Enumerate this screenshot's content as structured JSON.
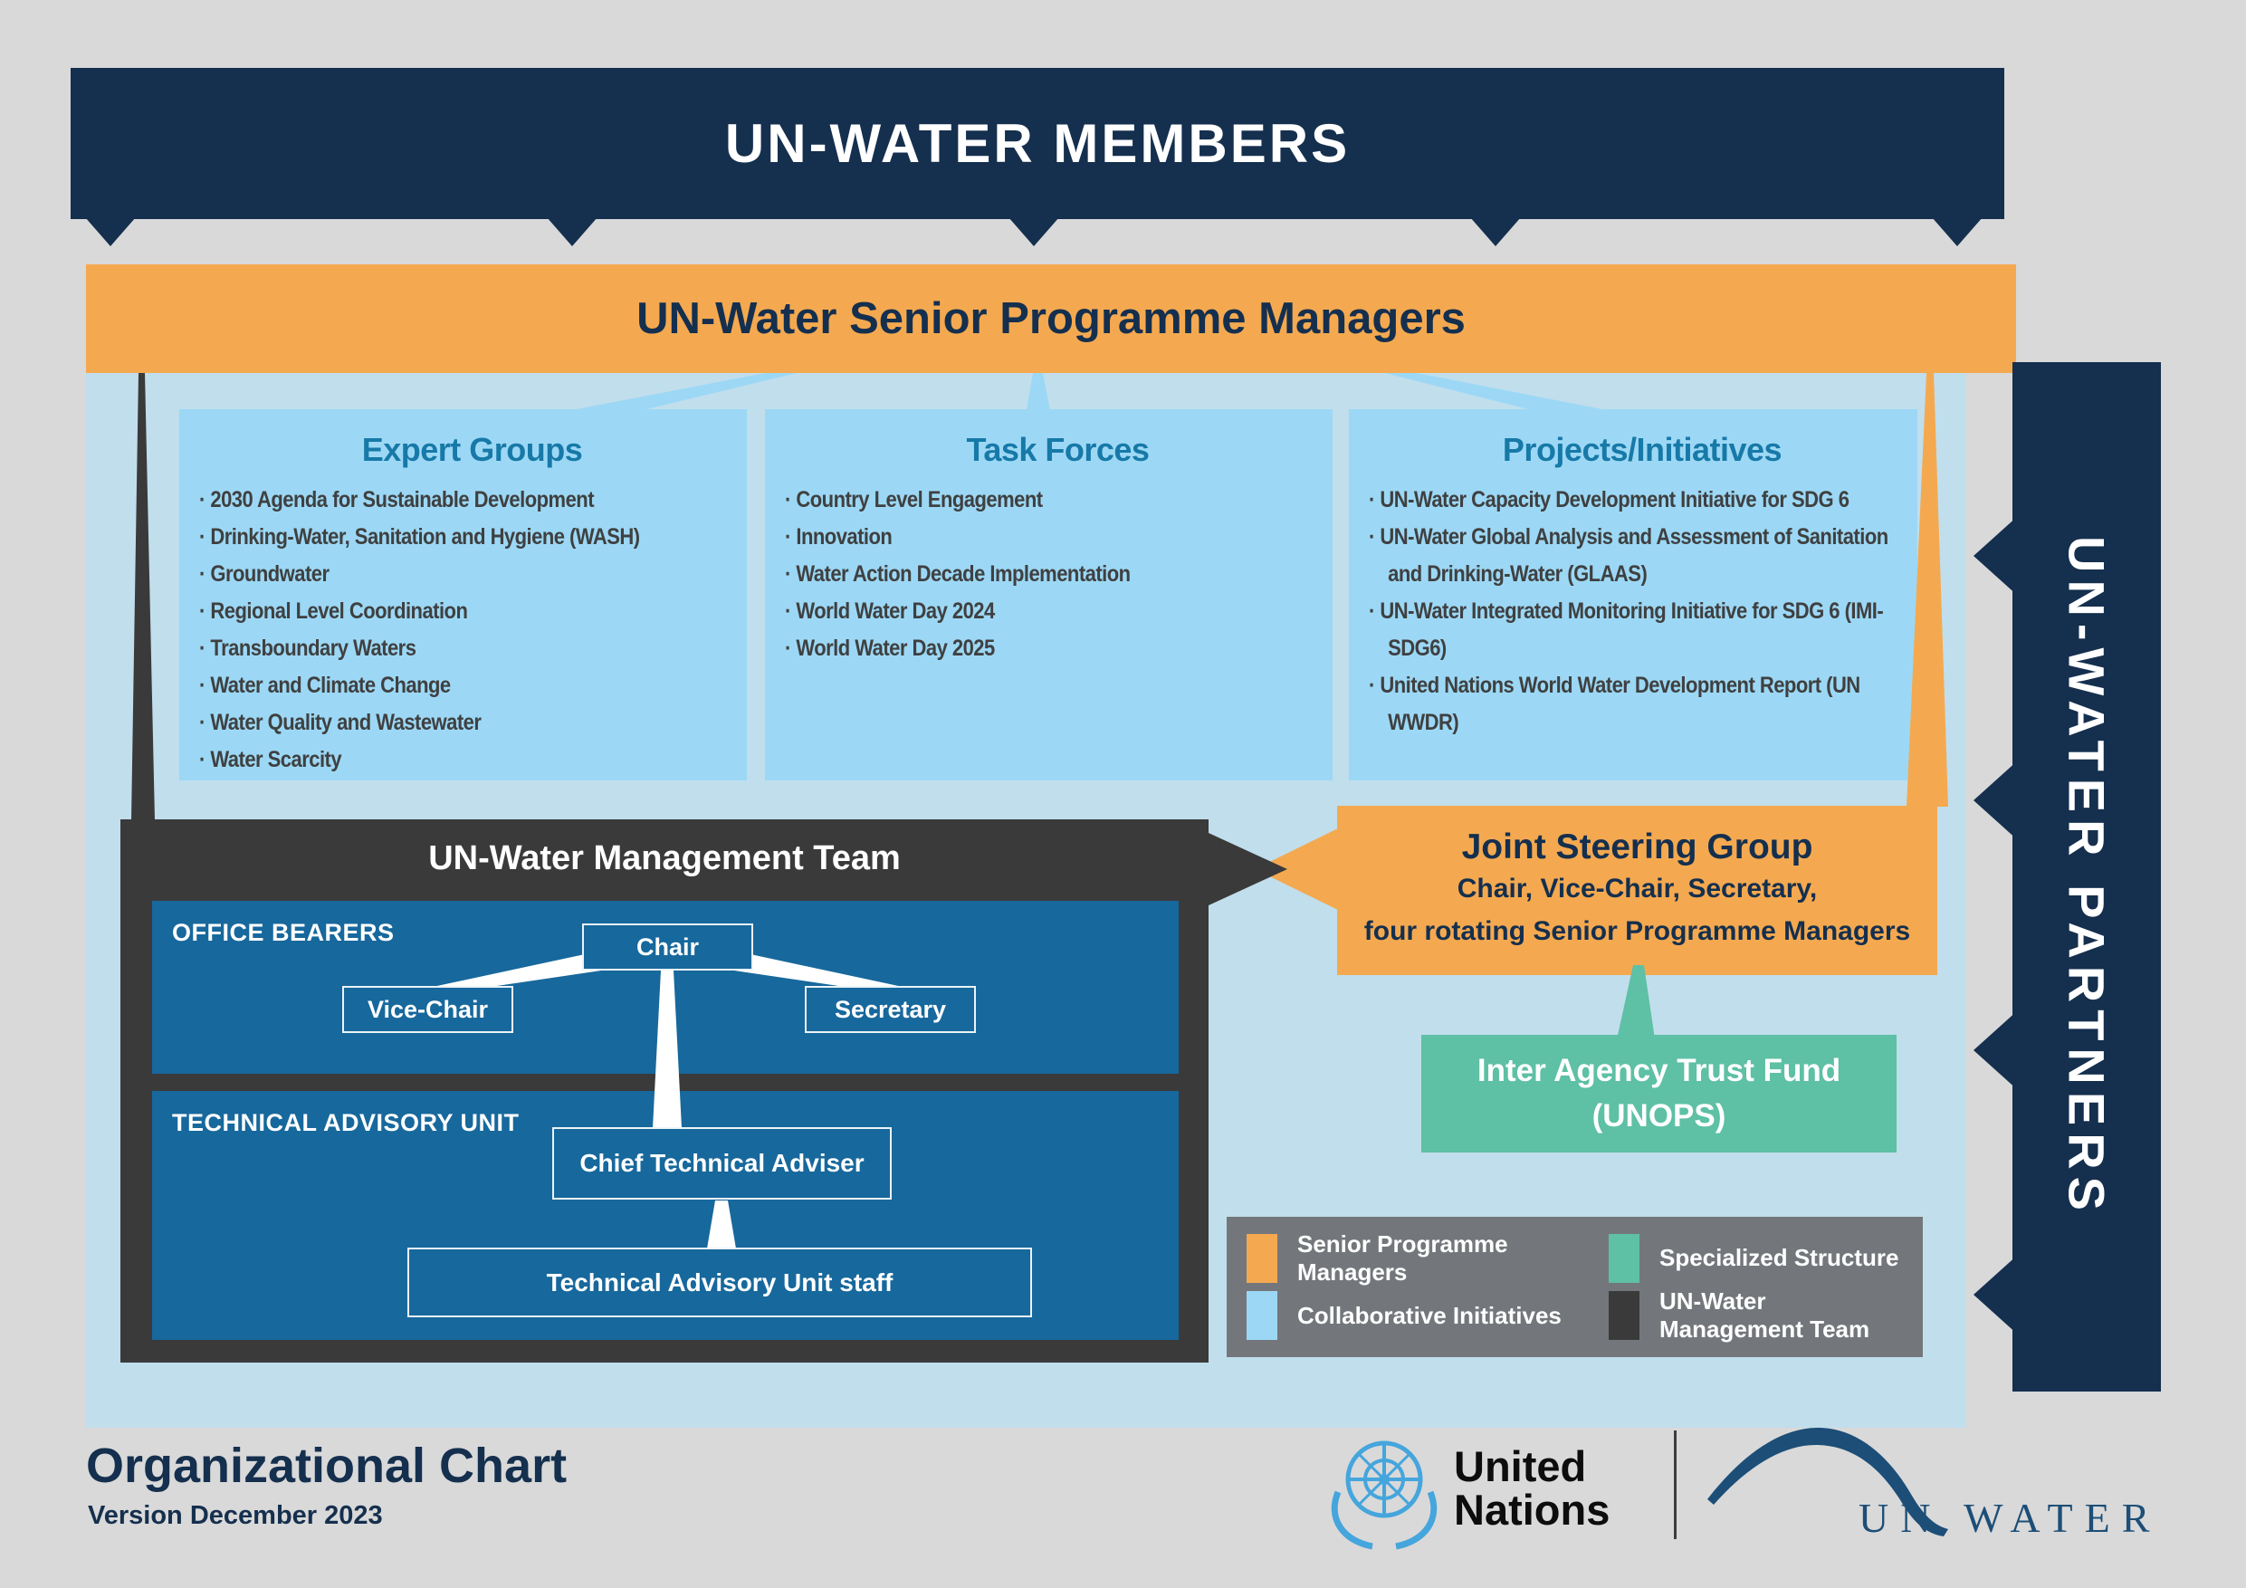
{
  "colors": {
    "bg": "#d9d9d9",
    "navy": "#152f4e",
    "orange": "#f4a950",
    "panel_blue": "#c1deec",
    "box_blue": "#9cd8f5",
    "heading_blue": "#1779a8",
    "body_text": "#3f4041",
    "charcoal": "#3a3a3b",
    "steel_blue": "#17689c",
    "teal": "#5ec0a5",
    "legend_gray": "#73777b",
    "un_blue": "#45a5dd",
    "unwater_navy": "#1c4e77"
  },
  "members_banner": {
    "title": "UN-WATER MEMBERS"
  },
  "spm_banner": {
    "title": "UN-Water Senior Programme Managers"
  },
  "partners_banner": {
    "title": "UN-WATER PARTNERS"
  },
  "collab_boxes": [
    {
      "title": "Expert Groups",
      "items": [
        "2030 Agenda for Sustainable Development",
        "Drinking-Water, Sanitation and Hygiene (WASH)",
        "Groundwater",
        "Regional Level Coordination",
        "Transboundary Waters",
        "Water and Climate Change",
        "Water Quality and Wastewater",
        "Water Scarcity"
      ]
    },
    {
      "title": "Task Forces",
      "items": [
        "Country Level Engagement",
        "Innovation",
        "Water Action Decade Implementation",
        "World Water Day 2024",
        "World Water Day 2025"
      ]
    },
    {
      "title": "Projects/Initiatives",
      "items": [
        "UN-Water Capacity Development Initiative for SDG 6",
        "UN-Water Global Analysis and Assessment of Sanitation and Drinking-Water (GLAAS)",
        "UN-Water Integrated Monitoring Initiative for SDG 6 (IMI-SDG6)",
        "United Nations World Water Development Report (UN WWDR)"
      ]
    }
  ],
  "management": {
    "title": "UN-Water Management Team",
    "office_bearers_label": "OFFICE BEARERS",
    "chair": "Chair",
    "vice_chair": "Vice-Chair",
    "secretary": "Secretary",
    "tau_label": "TECHNICAL ADVISORY UNIT",
    "chief_technical_adviser": "Chief Technical Adviser",
    "tau_staff": "Technical Advisory Unit staff"
  },
  "joint_steering_group": {
    "title": "Joint Steering Group",
    "line1": "Chair, Vice-Chair, Secretary,",
    "line2": "four rotating Senior Programme Managers"
  },
  "trust_fund": {
    "line1": "Inter Agency Trust Fund",
    "line2": "(UNOPS)"
  },
  "legend": {
    "items": [
      {
        "label": "Senior Programme Managers",
        "color": "#f4a950"
      },
      {
        "label": "Specialized Structure",
        "color": "#5ec0a5"
      },
      {
        "label": "Collaborative Initiatives",
        "color": "#9cd8f5"
      },
      {
        "label": "UN-Water Management Team",
        "color": "#3a3a3b"
      }
    ]
  },
  "footer": {
    "title": "Organizational Chart",
    "version": "Version December 2023",
    "un_logo_line1": "United",
    "un_logo_line2": "Nations",
    "unwater_logo_text": "UN WATER"
  }
}
